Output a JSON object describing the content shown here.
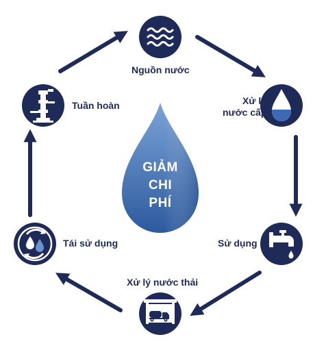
{
  "center": {
    "lines": [
      "GIẢM",
      "CHI",
      "PHÍ"
    ]
  },
  "nodes": [
    {
      "label": "Nguồn nước",
      "icon": "water-waves-icon"
    },
    {
      "label_lines": [
        "Xử lý",
        "nước cấp"
      ],
      "icon": "water-drop-icon"
    },
    {
      "label": "Sử dụng",
      "icon": "faucet-icon"
    },
    {
      "label": "Xử lý nước thải",
      "icon": "tanker-truck-icon"
    },
    {
      "label": "Tái sử dụng",
      "icon": "recycle-drops-icon"
    },
    {
      "label": "Tuần hoàn",
      "icon": "pipe-system-icon"
    }
  ],
  "colors": {
    "navy": "#1e2a57",
    "drop_light": "#6a93cc",
    "drop_dark": "#2c5597",
    "white": "#ffffff"
  }
}
